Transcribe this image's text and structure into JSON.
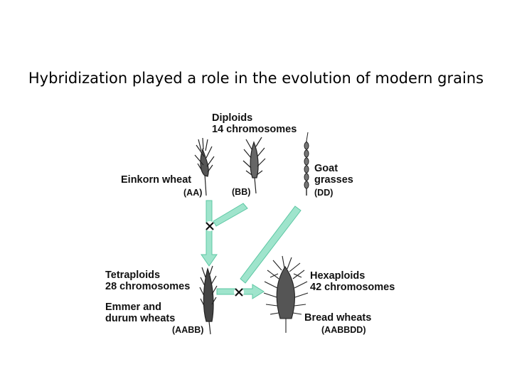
{
  "slide": {
    "title": "Hybridization played a role in the evolution of modern grains"
  },
  "diagram": {
    "diploids": {
      "line1": "Diploids",
      "line2": "14 chromosomes"
    },
    "einkorn": {
      "name": "Einkorn wheat",
      "genome": "(AA)"
    },
    "bb": {
      "genome": "(BB)"
    },
    "goat": {
      "line1": "Goat",
      "line2": "grasses",
      "genome": "(DD)"
    },
    "tetraploids": {
      "line1": "Tetraploids",
      "line2": "28 chromosomes",
      "wheat1": "Emmer and",
      "wheat2": "durum wheats",
      "genome": "(AABB)"
    },
    "hexaploids": {
      "line1": "Hexaploids",
      "line2": "42 chromosomes",
      "wheat": "Bread wheats",
      "genome": "(AABBDD)"
    },
    "cross_symbol": "×",
    "colors": {
      "arrow": "#8fe0c4",
      "arrow_edge": "#5cc7a3",
      "plant": "#222222"
    }
  }
}
